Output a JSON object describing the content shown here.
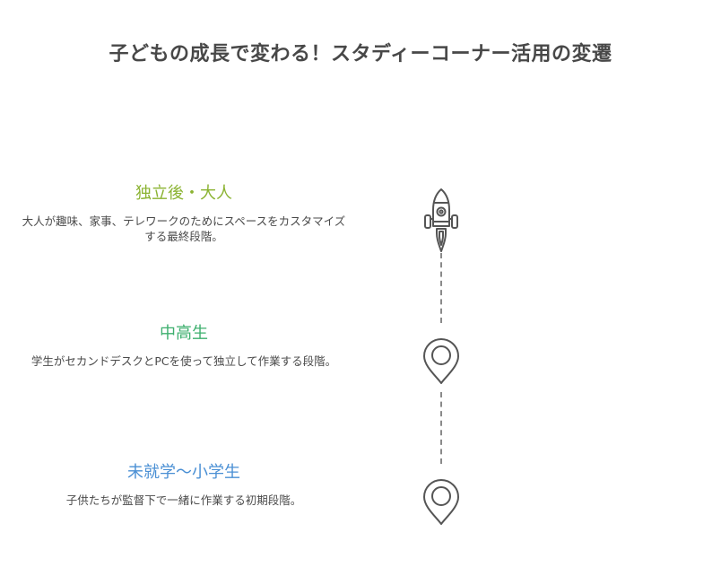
{
  "title": "子どもの成長で変わる！スタディーコーナー活用の変遷",
  "stages": [
    {
      "heading": "独立後・大人",
      "description": "大人が趣味、家事、テレワークのためにスペースをカスタマイズする最終段階。",
      "color": "#8bb332",
      "icon": "rocket-icon"
    },
    {
      "heading": "中高生",
      "description": "学生がセカンドデスクとPCを使って独立して作業する段階。",
      "color": "#3daf6e",
      "icon": "map-pin-icon"
    },
    {
      "heading": "未就学〜小学生",
      "description": "子供たちが監督下で一緒に作業する初期段階。",
      "color": "#4a8fd4",
      "icon": "map-pin-icon"
    }
  ],
  "icon_color": "#555555",
  "connector_color": "#8a8a8a"
}
